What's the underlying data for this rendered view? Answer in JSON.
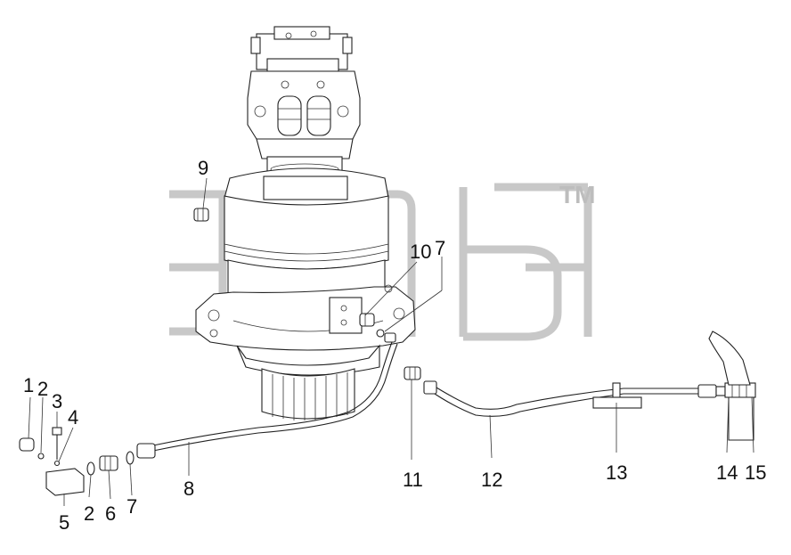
{
  "watermark": {
    "trademark": "TM"
  },
  "callouts": [
    {
      "id": "1",
      "label": "1"
    },
    {
      "id": "2a",
      "label": "2"
    },
    {
      "id": "3",
      "label": "3"
    },
    {
      "id": "4",
      "label": "4"
    },
    {
      "id": "5",
      "label": "5"
    },
    {
      "id": "2b",
      "label": "2"
    },
    {
      "id": "6",
      "label": "6"
    },
    {
      "id": "7a",
      "label": "7"
    },
    {
      "id": "8",
      "label": "8"
    },
    {
      "id": "9",
      "label": "9"
    },
    {
      "id": "10",
      "label": "10"
    },
    {
      "id": "7b",
      "label": "7"
    },
    {
      "id": "11",
      "label": "11"
    },
    {
      "id": "12",
      "label": "12"
    },
    {
      "id": "13",
      "label": "13"
    },
    {
      "id": "14",
      "label": "14"
    },
    {
      "id": "15",
      "label": "15"
    }
  ]
}
